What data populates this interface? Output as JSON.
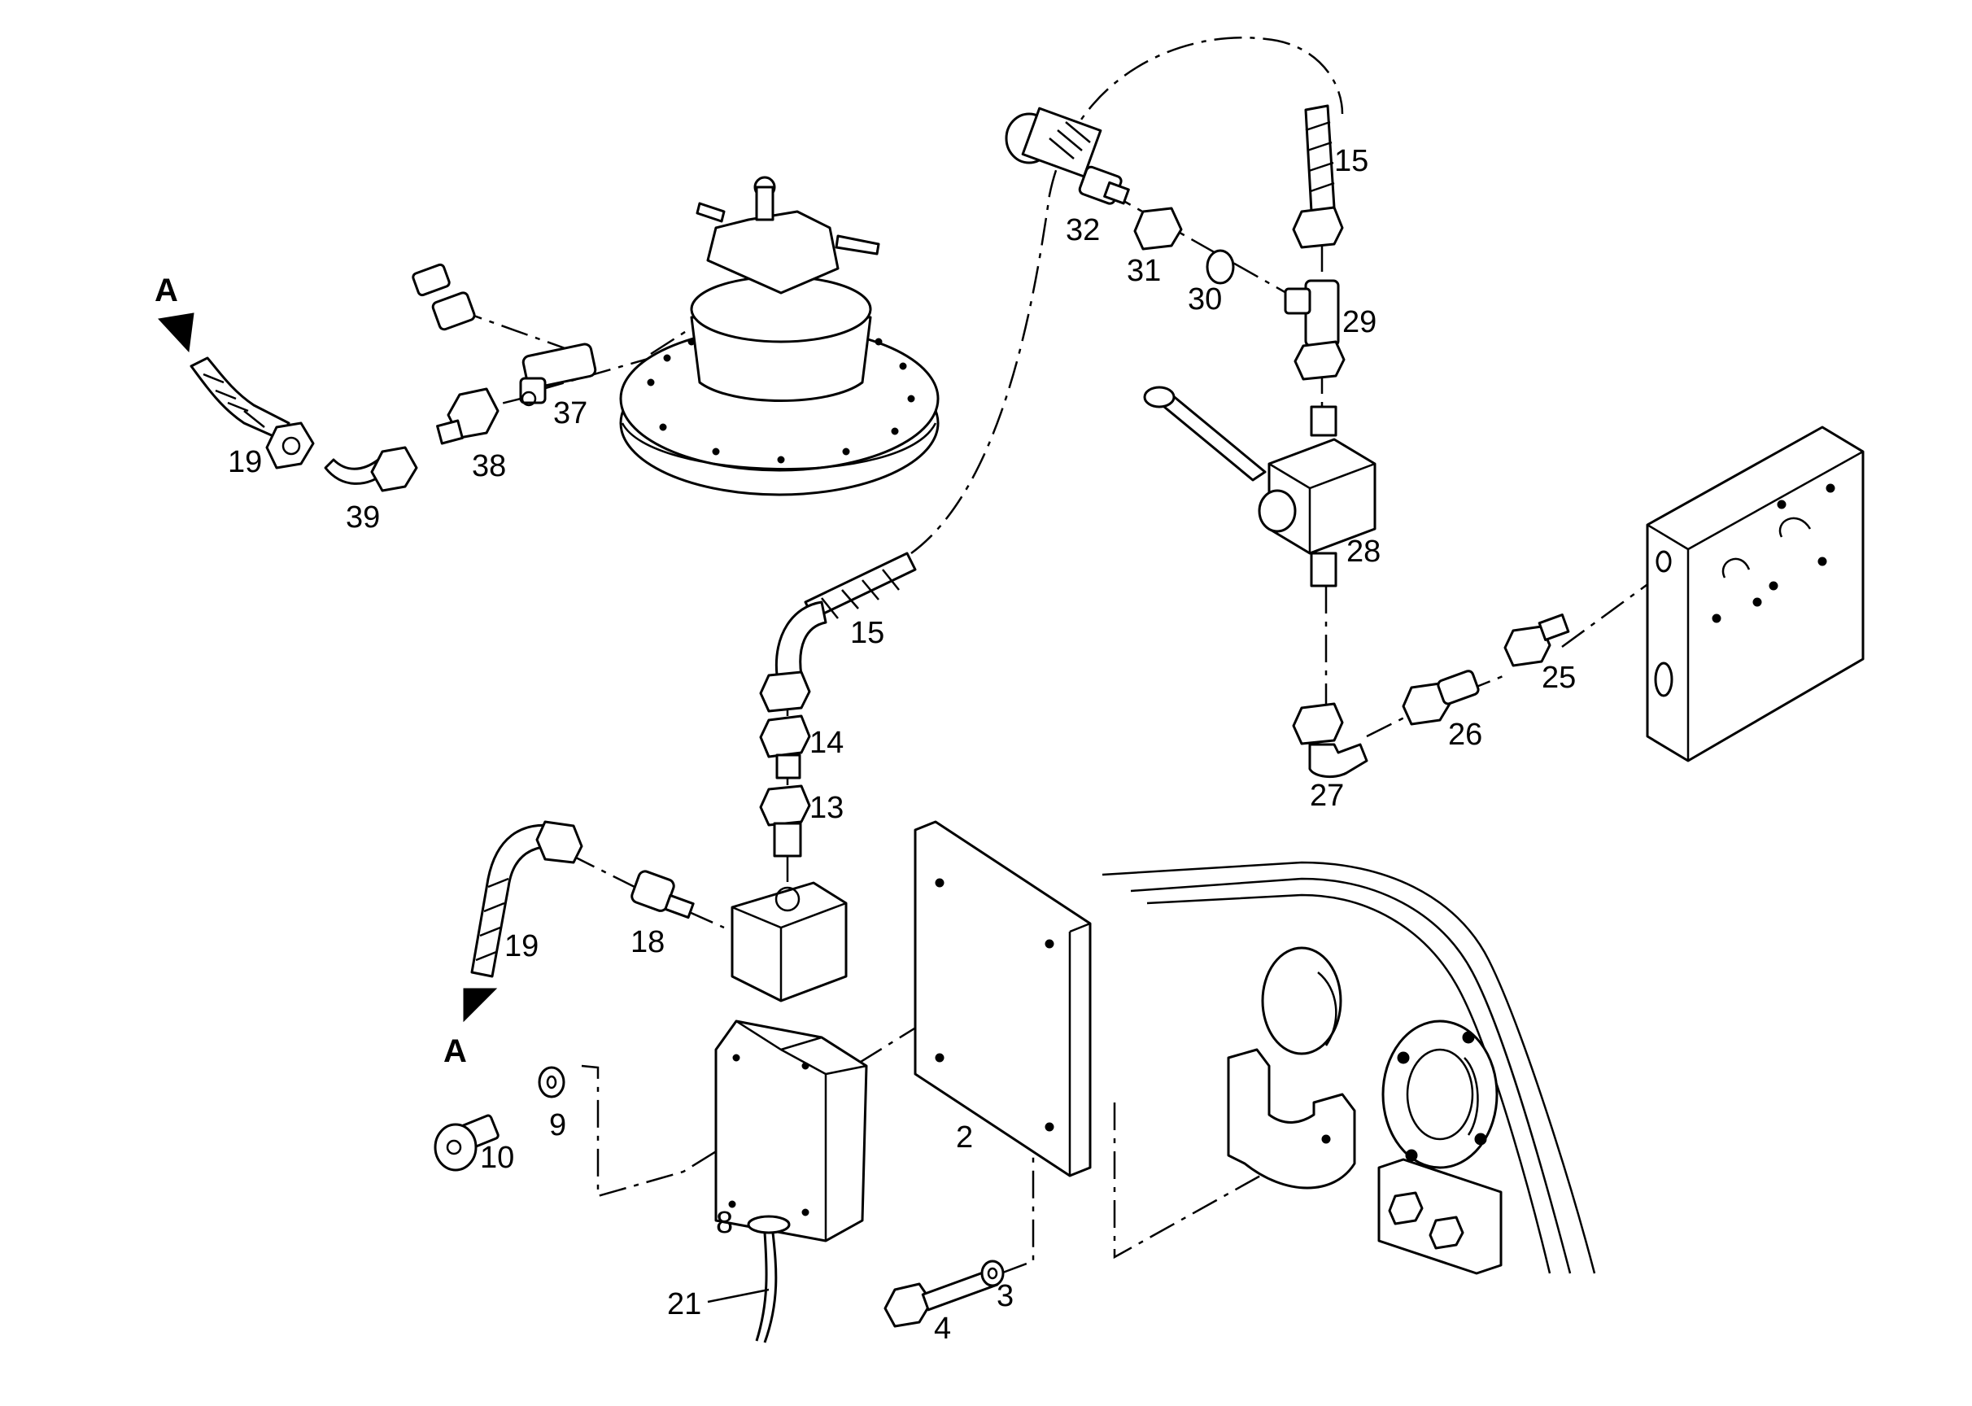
{
  "labels": {
    "p2": "2",
    "p3": "3",
    "p4": "4",
    "p8": "8",
    "p9": "9",
    "p10": "10",
    "p13": "13",
    "p14": "14",
    "p15a": "15",
    "p15b": "15",
    "p18": "18",
    "p19a": "19",
    "p19b": "19",
    "p21": "21",
    "p25": "25",
    "p26": "26",
    "p27": "27",
    "p28": "28",
    "p29": "29",
    "p30": "30",
    "p31": "31",
    "p32": "32",
    "p37": "37",
    "p38": "38",
    "p39": "39",
    "arrowTop": "A",
    "arrowBottom": "A"
  }
}
